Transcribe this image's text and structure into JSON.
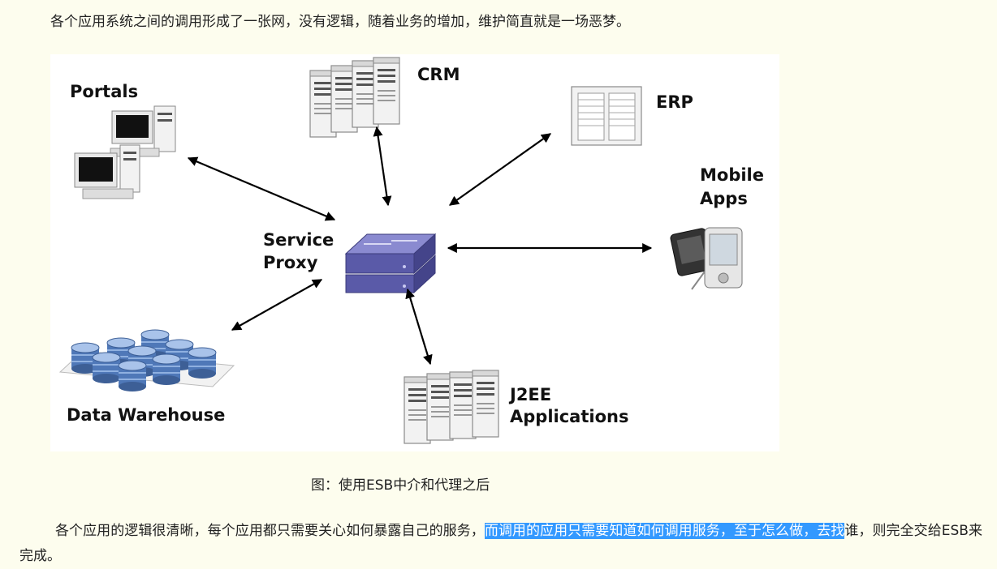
{
  "intro_text": "各个应用系统之间的调用形成了一张网，没有逻辑，随着业务的增加，维护简直就是一场恶梦。",
  "diagram": {
    "labels": {
      "portals": "Portals",
      "crm": "CRM",
      "erp": "ERP",
      "mobile_line1": "Mobile",
      "mobile_line2": "Apps",
      "proxy_line1": "Service",
      "proxy_line2": "Proxy",
      "warehouse": "Data Warehouse",
      "j2ee_line1": "J2EE",
      "j2ee_line2": "Applications"
    },
    "colors": {
      "proxy_fill": "#5a5aa8",
      "db_fill": "#4f78b8",
      "arrow": "#000000"
    }
  },
  "caption": "图：使用ESB中介和代理之后",
  "body_text": {
    "before_highlight": "各个应用的逻辑很清晰，每个应用都只需要关心如何暴露自己的服务，",
    "highlighted": "而调用的应用只需要知道如何调用服务，至于怎么做，去找",
    "after_highlight": "谁，则完全交给ESB来完成。",
    "highlight_color": "#3399ff"
  }
}
